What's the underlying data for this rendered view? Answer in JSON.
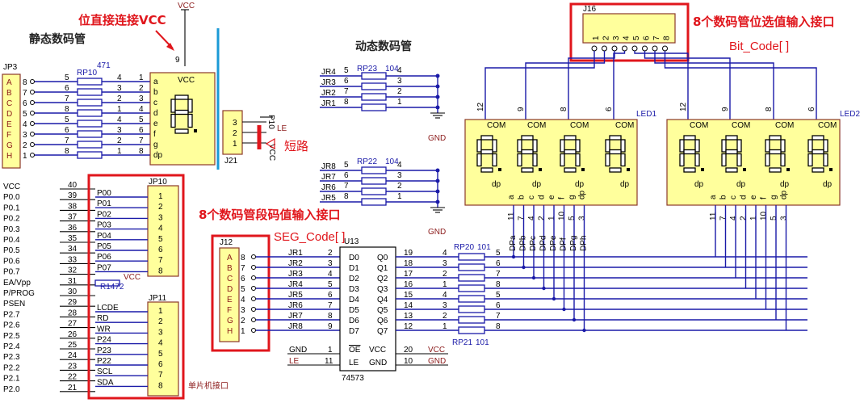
{
  "annotations": {
    "vcc_direct": "位直接连接VCC",
    "static_title": "静态数码管",
    "dynamic_title": "动态数码管",
    "bit_title": "8个数码管位选值输入接口",
    "bit_code": "Bit_Code[ ]",
    "seg_title": "8个数码管段码值输入接口",
    "seg_code": "SEG_Code[ ]",
    "short": "短路",
    "mcu_if": "单片机接口"
  },
  "labels": {
    "vcc": "VCC",
    "gnd": "GND",
    "le": "LE",
    "p10": "P10",
    "rp10": "RP10",
    "r471": "471",
    "rp23": "RP23",
    "rp22": "RP22",
    "r104": "104",
    "rp20": "RP20",
    "rp21": "RP21",
    "r101": "101",
    "r472": "R1472",
    "jp3": "JP3",
    "jp10": "JP10",
    "jp11": "JP11",
    "j12": "J12",
    "j16": "J16",
    "j21": "J21",
    "u13": "U13",
    "chip": "74573",
    "led1": "LED1",
    "led2": "LED2",
    "com": "COM",
    "dp": "dp"
  },
  "jp3_letters": [
    "A",
    "B",
    "C",
    "D",
    "E",
    "F",
    "G",
    "H"
  ],
  "jp3_pins": [
    "8",
    "7",
    "6",
    "5",
    "4",
    "3",
    "2",
    "1"
  ],
  "rp10_left": [
    "5",
    "6",
    "7",
    "8",
    "5",
    "6",
    "7",
    "8"
  ],
  "rp10_right_a": [
    "4",
    "3",
    "2",
    "1",
    "4",
    "3",
    "2",
    "1"
  ],
  "rp10_right_b": [
    "1",
    "2",
    "3",
    "4",
    "5",
    "6",
    "7",
    "8"
  ],
  "static_seg_pins": [
    "a",
    "b",
    "c",
    "d",
    "e",
    "f",
    "g",
    "dp"
  ],
  "jr_top": [
    "JR4",
    "JR3",
    "JR2",
    "JR1"
  ],
  "jr_top_l": [
    "5",
    "6",
    "7",
    "8"
  ],
  "jr_top_r": [
    "4",
    "3",
    "2",
    "1"
  ],
  "jr_bot": [
    "JR8",
    "JR7",
    "JR6",
    "JR5"
  ],
  "mcu_pins": [
    "VCC",
    "P0.0",
    "P0.1",
    "P0.2",
    "P0.3",
    "P0.4",
    "P0.5",
    "P0.6",
    "P0.7",
    "EA/Vpp",
    "P/PROG",
    "PSEN",
    "P2.7",
    "P2.6",
    "P2.5",
    "P2.4",
    "P2.3",
    "P2.2",
    "P2.1",
    "P2.0"
  ],
  "mcu_nums": [
    "40",
    "39",
    "38",
    "37",
    "36",
    "35",
    "34",
    "33",
    "32",
    "31",
    "30",
    "29",
    "28",
    "27",
    "26",
    "25",
    "24",
    "23",
    "22",
    "21"
  ],
  "jp10_nets": [
    "P00",
    "P01",
    "P02",
    "P03",
    "P04",
    "P05",
    "P06",
    "P07"
  ],
  "jp11_nets": [
    "LCDE",
    "RD",
    "WR",
    "P24",
    "P23",
    "P22",
    "SCL",
    "SDA"
  ],
  "conn_pins": [
    "1",
    "2",
    "3",
    "4",
    "5",
    "6",
    "7",
    "8"
  ],
  "j12_letters": [
    "A",
    "B",
    "C",
    "D",
    "E",
    "F",
    "G",
    "H"
  ],
  "j12_pins": [
    "8",
    "7",
    "6",
    "5",
    "4",
    "3",
    "2",
    "1"
  ],
  "jr_nets": [
    "JR1",
    "JR2",
    "JR3",
    "JR4",
    "JR5",
    "JR6",
    "JR7",
    "JR8"
  ],
  "u13_in_nums": [
    "2",
    "3",
    "4",
    "5",
    "6",
    "7",
    "8",
    "9"
  ],
  "u13_d": [
    "D0",
    "D1",
    "D2",
    "D3",
    "D4",
    "D5",
    "D6",
    "D7"
  ],
  "u13_q": [
    "Q0",
    "Q1",
    "Q2",
    "Q3",
    "Q4",
    "Q5",
    "Q6",
    "Q7"
  ],
  "u13_out_nums": [
    "19",
    "18",
    "17",
    "16",
    "15",
    "14",
    "13",
    "12"
  ],
  "u13_oe": "OE",
  "u13_le": "LE",
  "u13_vcc": "VCC",
  "u13_gnd": "GND",
  "u13_oe_num": "1",
  "u13_le_num": "11",
  "u13_vcc_num": "20",
  "u13_gnd_num": "10",
  "rp_l": [
    "4",
    "3",
    "2",
    "1",
    "4",
    "3",
    "2",
    "1"
  ],
  "rp_r": [
    "5",
    "6",
    "7",
    "8",
    "5",
    "6",
    "7",
    "8"
  ],
  "j16_pins": [
    "1",
    "2",
    "3",
    "4",
    "5",
    "6",
    "7",
    "8"
  ],
  "led_com_nums": [
    "12",
    "9",
    "8",
    "6"
  ],
  "led_bottom_pins": [
    "a",
    "b",
    "c",
    "d",
    "e",
    "f",
    "g",
    "dp"
  ],
  "led_bottom_nums": [
    "11",
    "7",
    "4",
    "2",
    "1",
    "10",
    "5",
    "3"
  ],
  "dp_nets": [
    "DPa",
    "DPb",
    "DPc",
    "DPd",
    "DPe",
    "DPf",
    "DPg",
    "DPh"
  ],
  "j21_pins": [
    "3",
    "2",
    "1"
  ],
  "jp3_arrow": "9",
  "colors": {
    "accent": "#e0161c",
    "wire": "#1a1aa8",
    "box": "#ffff9c",
    "box_border": "#8b3a2a",
    "cyan": "#1b9ad6"
  }
}
